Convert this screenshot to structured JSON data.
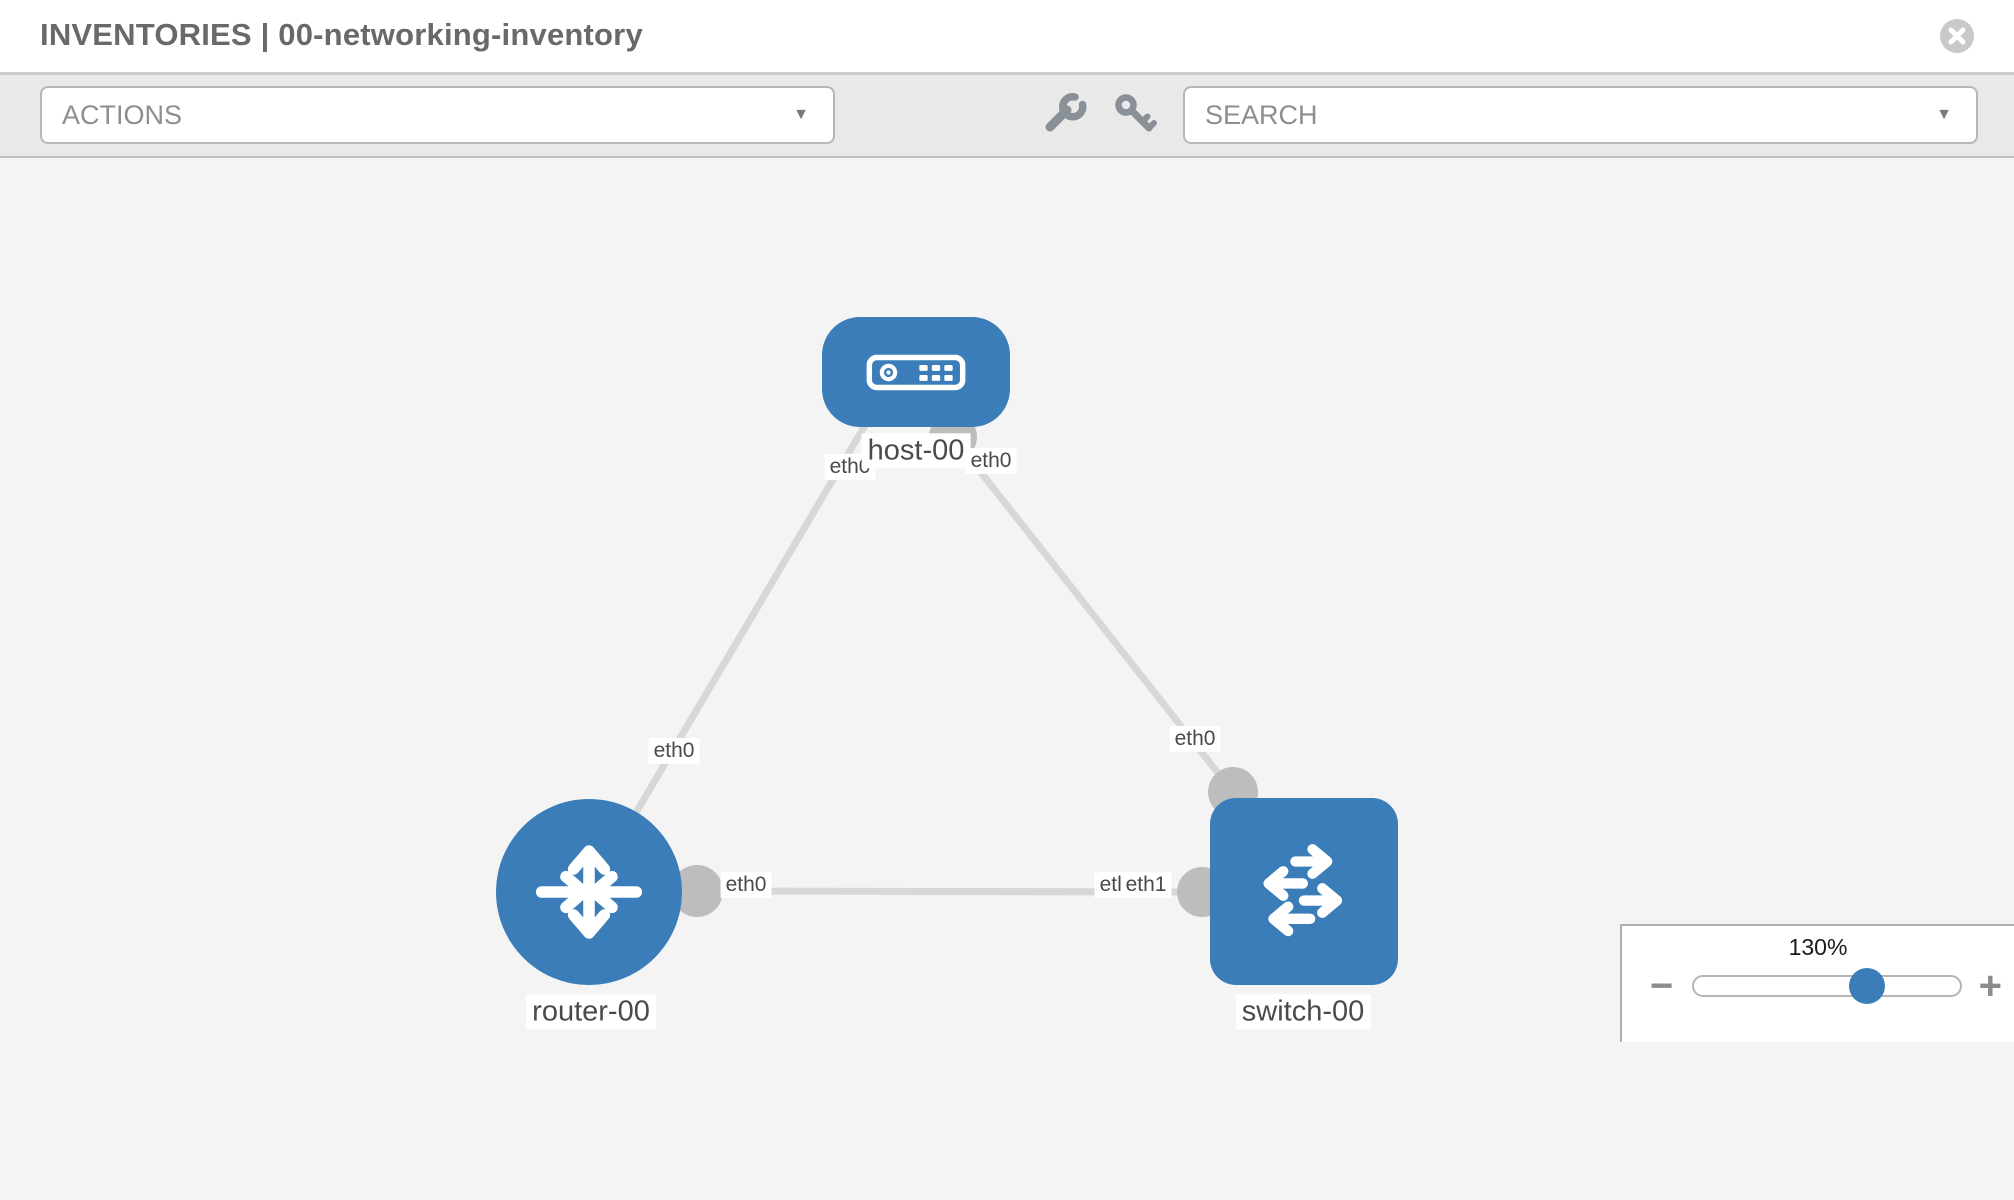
{
  "header": {
    "title": "INVENTORIES | 00-networking-inventory"
  },
  "toolbar": {
    "actions_label": "ACTIONS",
    "search_label": "SEARCH"
  },
  "icons": {
    "caret_down": "▼",
    "close": "circle-x",
    "wrench": "wrench",
    "key": "key"
  },
  "colors": {
    "node_blue": "#3b7db8",
    "link_gray": "#d7d7d7",
    "connector_gray": "#bdbdbd",
    "canvas_bg": "#f4f4f4"
  },
  "topology": {
    "nodes": [
      {
        "name": "host-00",
        "type": "host"
      },
      {
        "name": "router-00",
        "type": "router"
      },
      {
        "name": "switch-00",
        "type": "switch"
      }
    ],
    "links": [
      {
        "from": "host-00",
        "from_if": "eth0",
        "to": "router-00",
        "to_if": "eth0"
      },
      {
        "from": "host-00",
        "from_if": "eth0",
        "to": "switch-00",
        "to_if": "eth0"
      },
      {
        "from": "router-00",
        "from_if": "eth0",
        "to": "switch-00",
        "to_if": "eth1"
      }
    ],
    "interface_labels": [
      {
        "text": "eth0"
      },
      {
        "text": "eth0"
      },
      {
        "text": "eth0"
      },
      {
        "text": "eth0"
      },
      {
        "text": "eth0"
      },
      {
        "text": "eth0"
      },
      {
        "text": "eth1"
      }
    ]
  },
  "zoom_control": {
    "value": "130%",
    "minus_glyph": "−",
    "plus_glyph": "+",
    "slider_percent": 66
  }
}
